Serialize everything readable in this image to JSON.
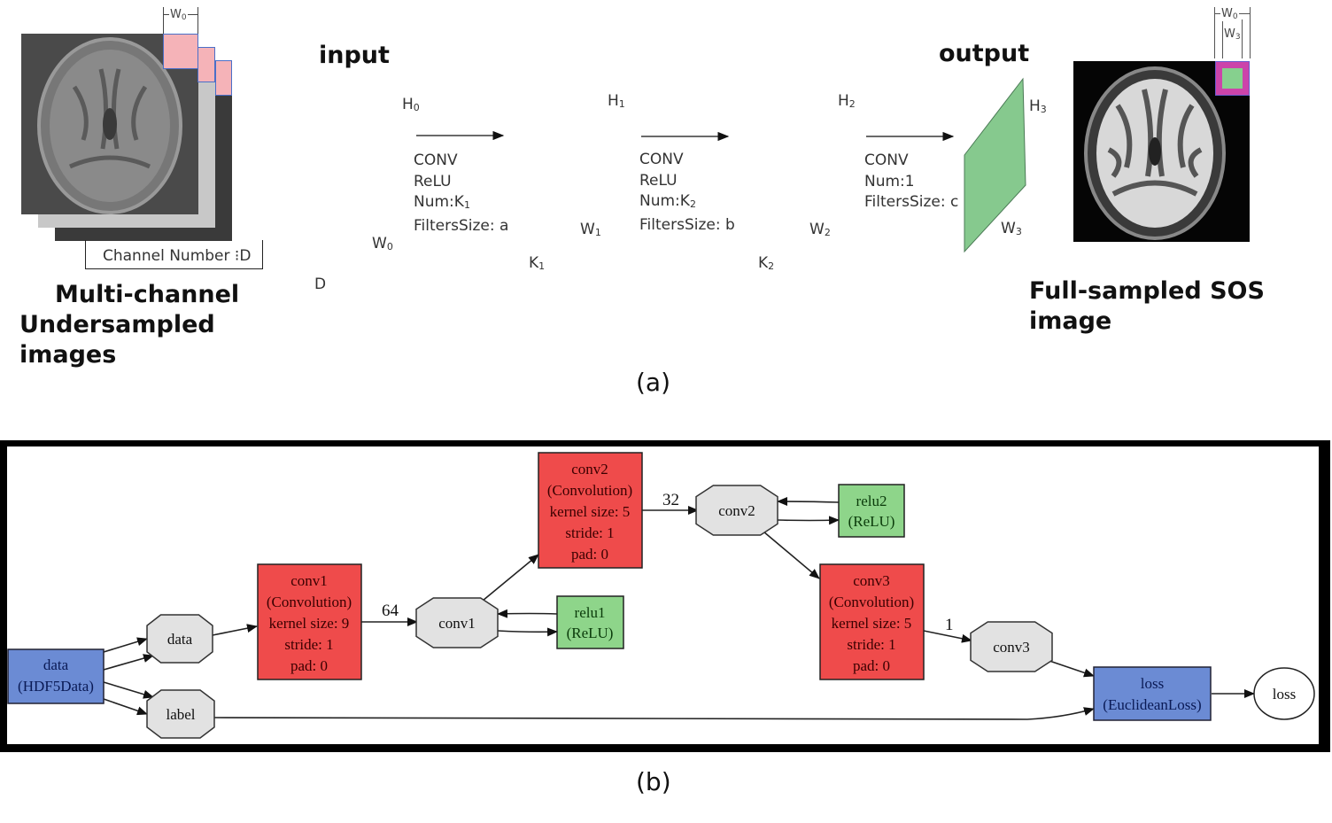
{
  "panel_a": {
    "caption": "(a)",
    "left_stack": {
      "width_label": "W",
      "width_sub": "0",
      "channel_label": "Channel Number",
      "channel_sep": "⁝",
      "channel_value": "D",
      "title_line1": "Multi-channel",
      "title_line2": "Undersampled images"
    },
    "input_title": "input",
    "output_title": "output",
    "layers": [
      {
        "name": "input",
        "color": "#d9b3b3",
        "h": "H",
        "h_sub": "0",
        "w": "W",
        "w_sub": "0",
        "d": "D",
        "d_sub": ""
      },
      {
        "name": "hidden1",
        "color": "#a3b2cc",
        "h": "H",
        "h_sub": "1",
        "w": "W",
        "w_sub": "1",
        "d": "K",
        "d_sub": "1"
      },
      {
        "name": "hidden2",
        "color": "#b0bba6",
        "h": "H",
        "h_sub": "2",
        "w": "W",
        "w_sub": "2",
        "d": "K",
        "d_sub": "2"
      },
      {
        "name": "output",
        "color": "#86c98e",
        "h": "H",
        "h_sub": "3",
        "w": "W",
        "w_sub": "3"
      }
    ],
    "ops": [
      {
        "l1": "CONV",
        "l2": "ReLU",
        "l3": "Num:K",
        "l3_sub": "1",
        "l4": "FiltersSize: a"
      },
      {
        "l1": "CONV",
        "l2": "ReLU",
        "l3": "Num:K",
        "l3_sub": "2",
        "l4": "FiltersSize: b"
      },
      {
        "l1": "CONV",
        "l2": "Num:1",
        "l3": "FiltersSize: c"
      }
    ],
    "right_image": {
      "w0": "W",
      "w0_sub": "0",
      "w3": "W",
      "w3_sub": "3",
      "title": "Full-sampled SOS image"
    }
  },
  "panel_b": {
    "caption": "(b)",
    "colors": {
      "conv": "#ef4b4b",
      "relu": "#8ed58a",
      "data": "#6b8bd4",
      "blob": "#e2e2e2",
      "frame": "#000000"
    },
    "nodes": {
      "data_layer": [
        "data",
        "(HDF5Data)"
      ],
      "data_blob": "data",
      "label_blob": "label",
      "conv1": [
        "conv1",
        "(Convolution)",
        "kernel size: 9",
        "stride: 1",
        "pad: 0"
      ],
      "conv1_blob": "conv1",
      "relu1": [
        "relu1",
        "(ReLU)"
      ],
      "conv2": [
        "conv2",
        "(Convolution)",
        "kernel size: 5",
        "stride: 1",
        "pad: 0"
      ],
      "conv2_blob": "conv2",
      "relu2": [
        "relu2",
        "(ReLU)"
      ],
      "conv3": [
        "conv3",
        "(Convolution)",
        "kernel size: 5",
        "stride: 1",
        "pad: 0"
      ],
      "conv3_blob": "conv3",
      "loss_layer": [
        "loss",
        "(EuclideanLoss)"
      ],
      "loss_blob": "loss"
    },
    "edge_labels": {
      "conv1_out": "64",
      "conv2_out": "32",
      "conv3_out": "1"
    }
  }
}
